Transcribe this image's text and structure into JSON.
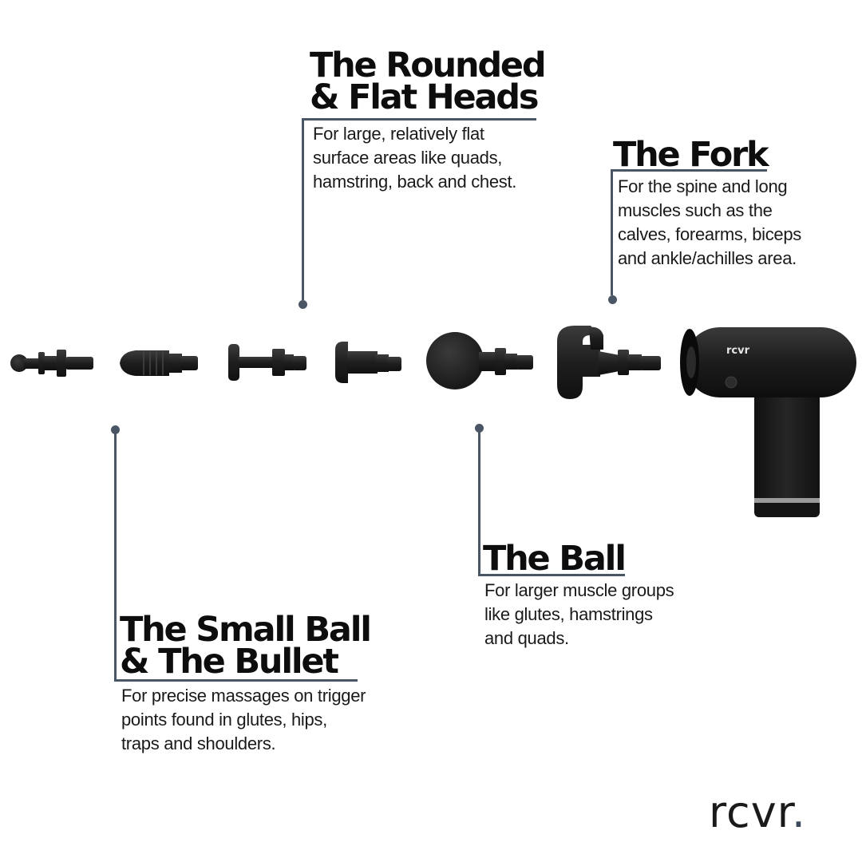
{
  "callouts": {
    "rounded_flat": {
      "title": [
        "The Rounded",
        "& Flat Heads"
      ],
      "description": [
        "For large, relatively flat",
        "surface areas like quads,",
        "hamstring, back and chest."
      ]
    },
    "fork": {
      "title": [
        "The Fork"
      ],
      "description": [
        "For the spine and long",
        "muscles such as the",
        "calves, forearms, biceps",
        "and ankle/achilles area."
      ]
    },
    "ball": {
      "title": [
        "The Ball"
      ],
      "description": [
        "For larger muscle groups",
        "like glutes, hamstrings",
        "and quads."
      ]
    },
    "small_ball_bullet": {
      "title": [
        "The Small Ball",
        "& The Bullet"
      ],
      "description": [
        "For precise massages on trigger",
        "points found in glutes, hips,",
        "traps and shoulders."
      ]
    }
  },
  "device": {
    "label": "rcvr"
  },
  "brand": {
    "logo_text": "rcvr",
    "logo_dot": "."
  },
  "colors": {
    "accent_line": "#4a5566",
    "product_black": "#1c1c1c",
    "text": "#111111"
  }
}
